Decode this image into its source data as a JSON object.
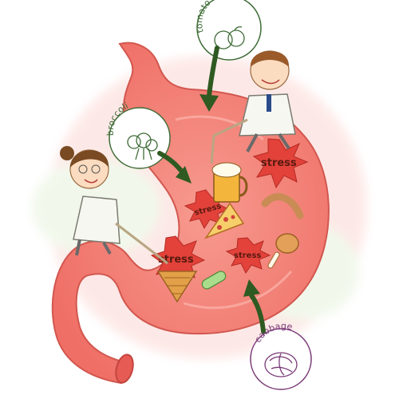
{
  "illustration": {
    "circles": {
      "tomato_apple": "tomato & apple",
      "broccoli": "broccoli",
      "cabbage": "cabbage"
    },
    "stress_badges": [
      "stress",
      "stress",
      "stress",
      "stress"
    ],
    "colors": {
      "stomach": "#f4857c",
      "stomach_outline": "#d2574f",
      "stress_star": "#e2423a",
      "arrow": "#2f5a22",
      "circle_line": "#3d6b35",
      "cabbage_line": "#7a3a78",
      "coat": "#f7f7f2",
      "hair": "#7a4a22"
    }
  }
}
